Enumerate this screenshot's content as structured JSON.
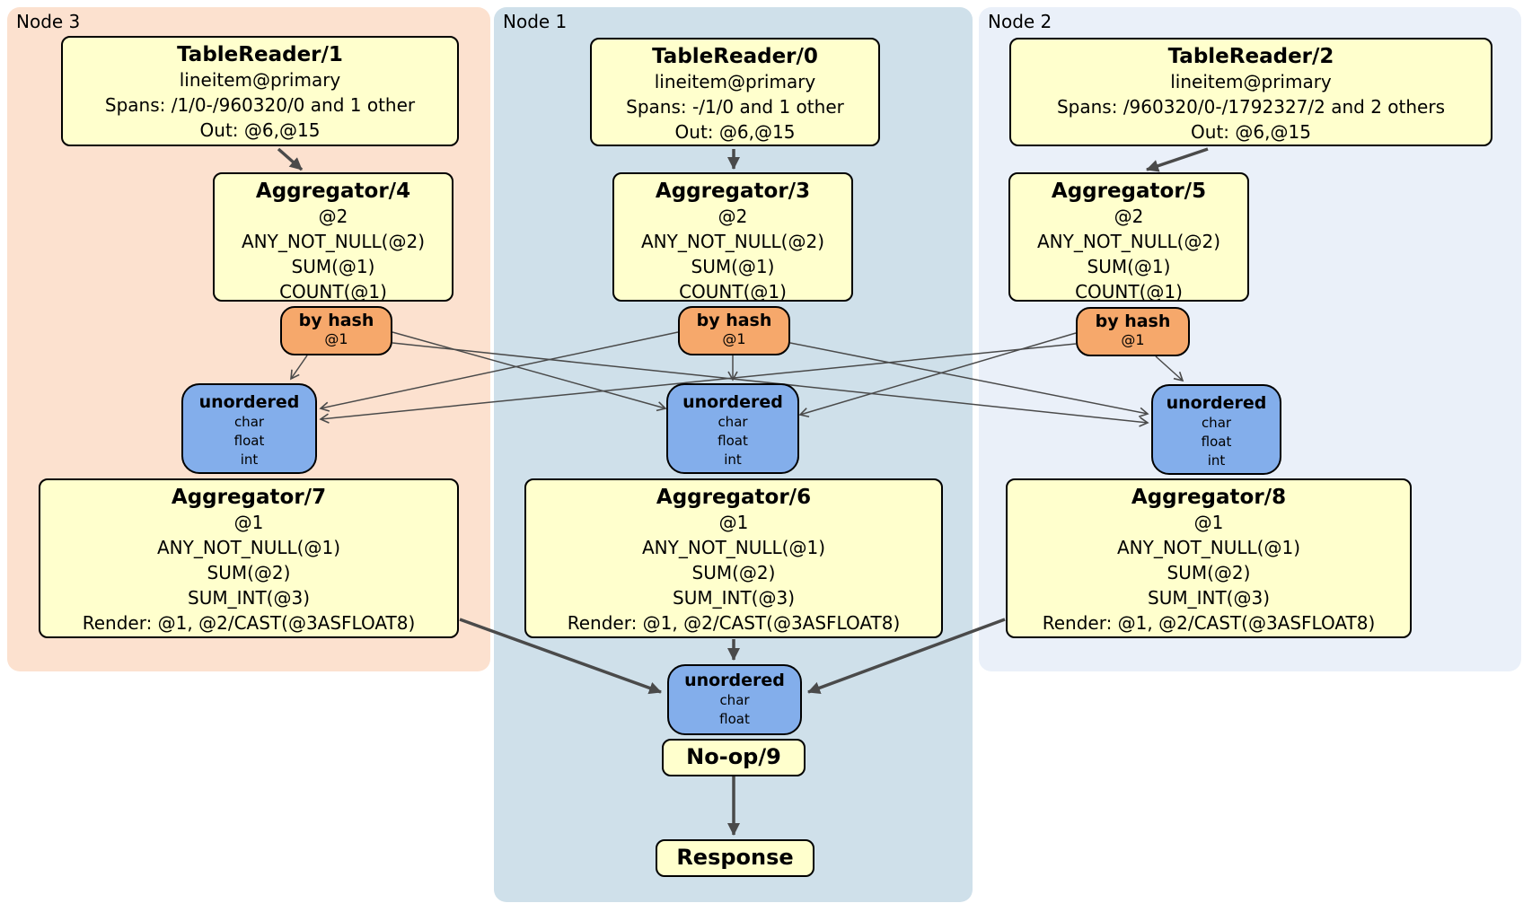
{
  "palette": {
    "node3_bg": "#fce1cf",
    "node1_bg": "#cfe0ea",
    "node2_bg": "#eaf0f9",
    "operator_bg": "#ffffcd",
    "router_bg": "#f6a86b",
    "sync_bg": "#83aeeb",
    "box_border": "#000000",
    "edge_color": "#4a4a4a"
  },
  "panels": [
    {
      "label": "Node 3"
    },
    {
      "label": "Node 1"
    },
    {
      "label": "Node 2"
    }
  ],
  "operators": {
    "tr1": {
      "title": "TableReader/1",
      "lines": [
        "lineitem@primary",
        "Spans: /1/0-/960320/0 and 1 other",
        "Out: @6,@15"
      ]
    },
    "tr0": {
      "title": "TableReader/0",
      "lines": [
        "lineitem@primary",
        "Spans: -/1/0 and 1 other",
        "Out: @6,@15"
      ]
    },
    "tr2": {
      "title": "TableReader/2",
      "lines": [
        "lineitem@primary",
        "Spans: /960320/0-/1792327/2 and 2 others",
        "Out: @6,@15"
      ]
    },
    "agg4": {
      "title": "Aggregator/4",
      "lines": [
        "@2",
        "ANY_NOT_NULL(@2)",
        "SUM(@1)",
        "COUNT(@1)"
      ]
    },
    "agg3": {
      "title": "Aggregator/3",
      "lines": [
        "@2",
        "ANY_NOT_NULL(@2)",
        "SUM(@1)",
        "COUNT(@1)"
      ]
    },
    "agg5": {
      "title": "Aggregator/5",
      "lines": [
        "@2",
        "ANY_NOT_NULL(@2)",
        "SUM(@1)",
        "COUNT(@1)"
      ]
    },
    "agg7": {
      "title": "Aggregator/7",
      "lines": [
        "@1",
        "ANY_NOT_NULL(@1)",
        "SUM(@2)",
        "SUM_INT(@3)",
        "Render: @1, @2/CAST(@3ASFLOAT8)"
      ]
    },
    "agg6": {
      "title": "Aggregator/6",
      "lines": [
        "@1",
        "ANY_NOT_NULL(@1)",
        "SUM(@2)",
        "SUM_INT(@3)",
        "Render: @1, @2/CAST(@3ASFLOAT8)"
      ]
    },
    "agg8": {
      "title": "Aggregator/8",
      "lines": [
        "@1",
        "ANY_NOT_NULL(@1)",
        "SUM(@2)",
        "SUM_INT(@3)",
        "Render: @1, @2/CAST(@3ASFLOAT8)"
      ]
    },
    "noop": {
      "title": "No-op/9"
    },
    "response": {
      "title": "Response"
    }
  },
  "routers": {
    "r4": {
      "title": "by hash",
      "detail": "@1"
    },
    "r3": {
      "title": "by hash",
      "detail": "@1"
    },
    "r5": {
      "title": "by hash",
      "detail": "@1"
    }
  },
  "syncs": {
    "left": {
      "title": "unordered",
      "streams": [
        "char",
        "float",
        "int"
      ]
    },
    "center": {
      "title": "unordered",
      "streams": [
        "char",
        "float",
        "int"
      ]
    },
    "right": {
      "title": "unordered",
      "streams": [
        "char",
        "float",
        "int"
      ]
    },
    "final": {
      "title": "unordered",
      "streams": [
        "char",
        "float"
      ]
    }
  }
}
